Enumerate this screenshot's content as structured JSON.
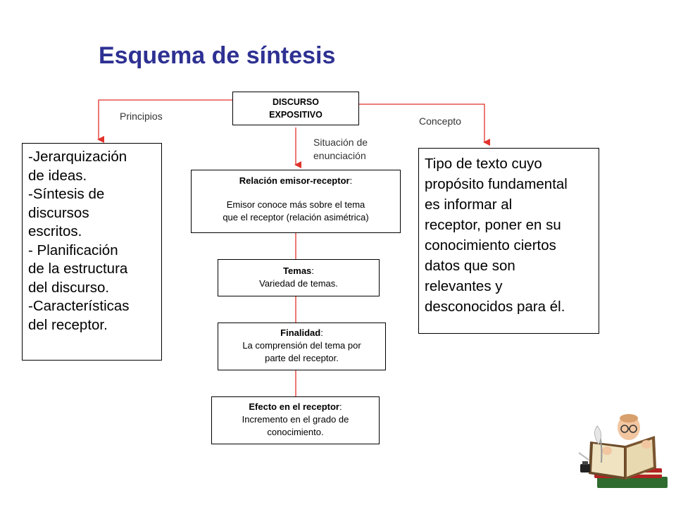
{
  "title": "Esquema de síntesis",
  "colors": {
    "title": "#2e3192",
    "connector": "#e0322b"
  },
  "root": {
    "line1": "DISCURSO",
    "line2": "EXPOSITIVO"
  },
  "labels": {
    "principios": "Principios",
    "concepto": "Concepto",
    "situacion_line1": "Situación de",
    "situacion_line2": "enunciación"
  },
  "left_box": {
    "lines": [
      "-Jerarquización",
      "de ideas.",
      "-Síntesis de",
      "discursos",
      "escritos.",
      "- Planificación",
      "de la estructura",
      "del discurso.",
      "-Características",
      "del receptor."
    ]
  },
  "right_box": {
    "lines": [
      "Tipo de texto cuyo",
      "propósito fundamental",
      "es informar al",
      "receptor, poner en su",
      "conocimiento ciertos",
      "datos que son",
      "relevantes y",
      "desconocidos para él."
    ]
  },
  "relacion": {
    "heading": "Relación emisor-receptor",
    "colon": ":",
    "line1": "Emisor conoce más sobre el tema",
    "line2": "que el receptor (relación asimétrica)"
  },
  "temas": {
    "heading": "Temas",
    "colon": ":",
    "line1": "Variedad de temas."
  },
  "finalidad": {
    "heading": "Finalidad",
    "colon": ":",
    "line1": "La comprensión del tema por",
    "line2": "parte del receptor."
  },
  "efecto": {
    "heading": "Efecto en el receptor",
    "colon": ":",
    "line1": "Incremento en el grado de",
    "line2": "conocimiento."
  },
  "clipart": "professor-reading-book-icon"
}
